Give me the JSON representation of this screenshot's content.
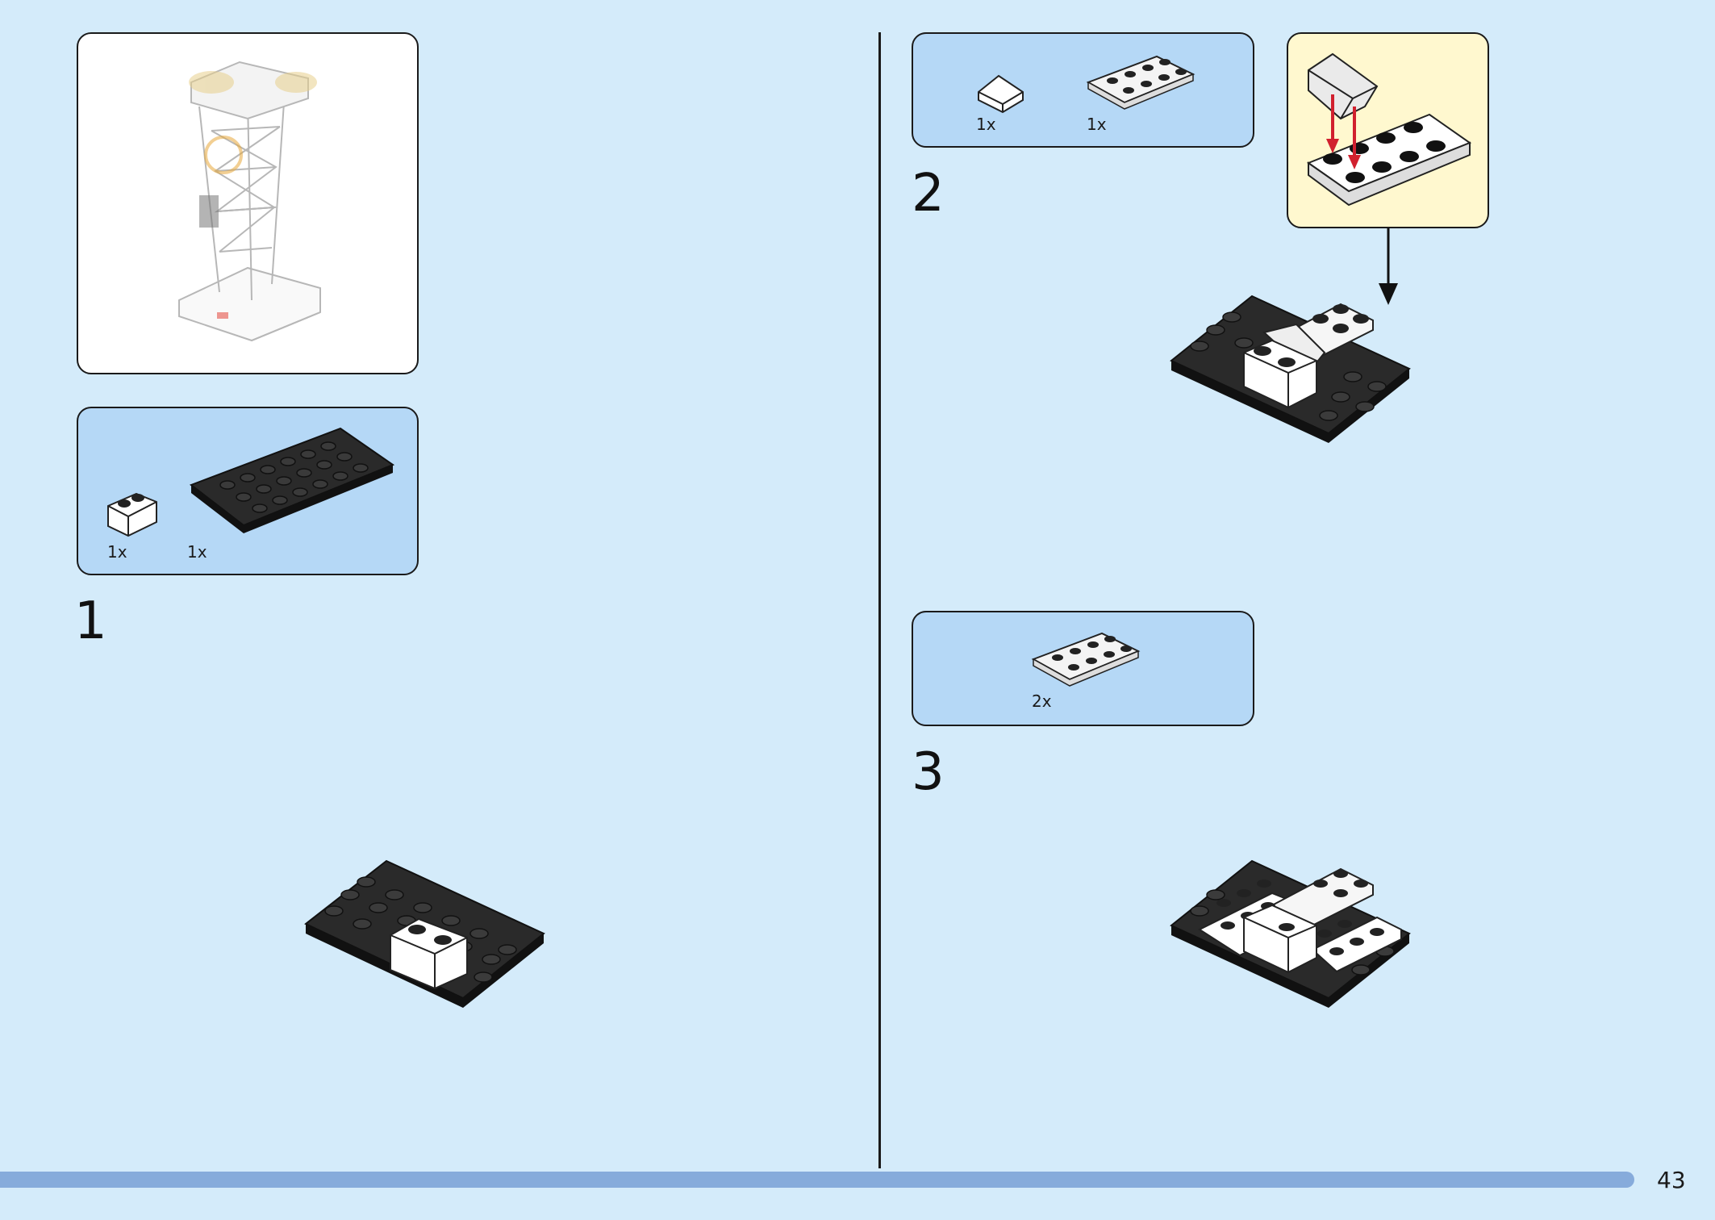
{
  "page": {
    "number": "43"
  },
  "reference_model": {
    "image": "tower-model-preview"
  },
  "steps": [
    {
      "number": "1",
      "parts": [
        {
          "name": "white-1x2-brick",
          "qty": "1x"
        },
        {
          "name": "black-4x8-plate",
          "qty": "1x"
        }
      ]
    },
    {
      "number": "2",
      "parts": [
        {
          "name": "white-1x1-slope",
          "qty": "1x"
        },
        {
          "name": "white-2x4-plate",
          "qty": "1x"
        }
      ]
    },
    {
      "number": "3",
      "parts": [
        {
          "name": "white-2x4-plate",
          "qty": "2x"
        }
      ]
    }
  ],
  "colors": {
    "background": "#d4ebfa",
    "parts_box": "#b5d8f6",
    "callout": "#fff8cf",
    "bar": "#86abdb",
    "arrow_red": "#d1202e"
  }
}
